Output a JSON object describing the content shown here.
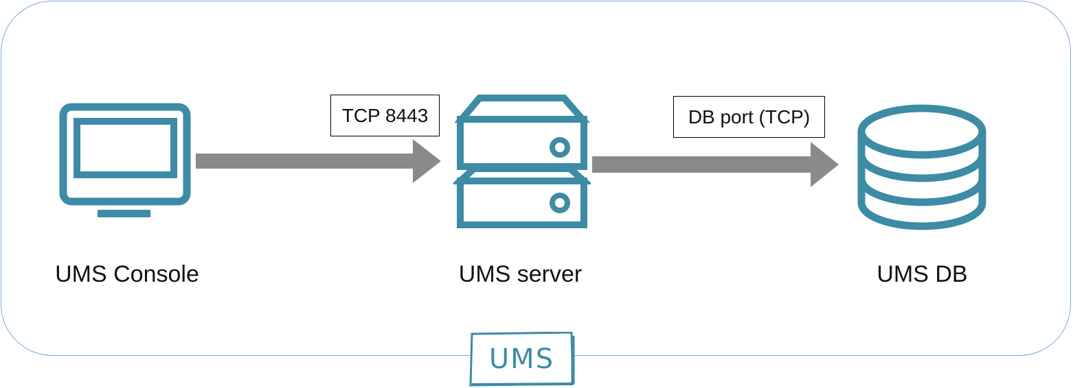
{
  "nodes": {
    "console": {
      "label": "UMS Console",
      "icon": "monitor-icon"
    },
    "server": {
      "label": "UMS server",
      "icon": "server-icon"
    },
    "db": {
      "label": "UMS DB",
      "icon": "database-icon"
    }
  },
  "connections": [
    {
      "from": "UMS Console",
      "to": "UMS server",
      "label": "TCP 8443"
    },
    {
      "from": "UMS server",
      "to": "UMS DB",
      "label": "DB port (TCP)"
    }
  ],
  "badge": {
    "text": "UMS"
  },
  "colors": {
    "icon": "#3d8ba5",
    "arrow": "#8a8a8a",
    "frame_border": "#7ea6d8",
    "text": "#111111"
  }
}
